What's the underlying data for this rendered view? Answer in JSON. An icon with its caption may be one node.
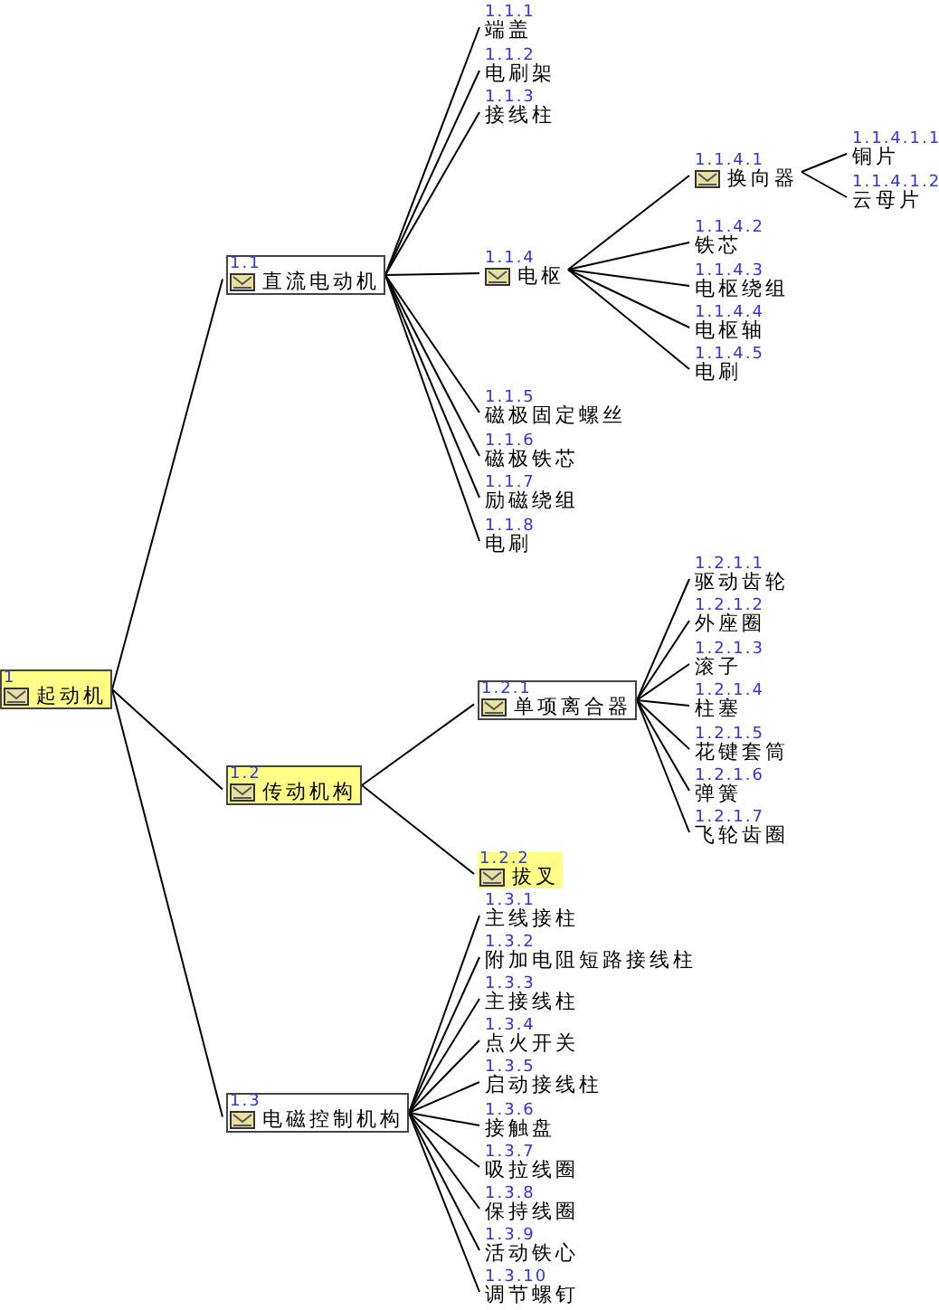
{
  "diagram": {
    "nodes": [
      {
        "text": [
          "1",
          "起动机"
        ]
      },
      {
        "text": [
          "1.1",
          "直流电动机"
        ]
      },
      {
        "text": [
          "1.1.1",
          "端盖"
        ]
      },
      {
        "text": [
          "1.1.2",
          "电刷架"
        ]
      },
      {
        "text": [
          "1.1.3",
          "接线柱"
        ]
      },
      {
        "text": [
          "1.1.4",
          "电枢"
        ]
      },
      {
        "text": [
          "1.1.4.1",
          "换向器"
        ]
      },
      {
        "text": [
          "1.1.4.1.1",
          "铜片"
        ]
      },
      {
        "text": [
          "1.1.4.1.2",
          "云母片"
        ]
      },
      {
        "text": [
          "1.1.4.2",
          "铁芯"
        ]
      },
      {
        "text": [
          "1.1.4.3",
          "电枢绕组"
        ]
      },
      {
        "text": [
          "1.1.4.4",
          "电枢轴"
        ]
      },
      {
        "text": [
          "1.1.4.5",
          "电刷"
        ]
      },
      {
        "text": [
          "1.1.5",
          "磁极固定螺丝"
        ]
      },
      {
        "text": [
          "1.1.6",
          "磁极铁芯"
        ]
      },
      {
        "text": [
          "1.1.7",
          "励磁绕组"
        ]
      },
      {
        "text": [
          "1.1.8",
          "电刷"
        ]
      },
      {
        "text": [
          "1.2",
          "传动机构"
        ]
      },
      {
        "text": [
          "1.2.1",
          "单项离合器"
        ]
      },
      {
        "text": [
          "1.2.1.1",
          "驱动齿轮"
        ]
      },
      {
        "text": [
          "1.2.1.2",
          "外座圈"
        ]
      },
      {
        "text": [
          "1.2.1.3",
          "滚子"
        ]
      },
      {
        "text": [
          "1.2.1.4",
          "柱塞"
        ]
      },
      {
        "text": [
          "1.2.1.5",
          "花键套筒"
        ]
      },
      {
        "text": [
          "1.2.1.6",
          "弹簧"
        ]
      },
      {
        "text": [
          "1.2.1.7",
          "飞轮齿圈"
        ]
      },
      {
        "text": [
          "1.2.2",
          "拔叉"
        ]
      },
      {
        "text": [
          "1.3",
          "电磁控制机构"
        ]
      },
      {
        "text": [
          "1.3.1",
          "主线接柱"
        ]
      },
      {
        "text": [
          "1.3.2",
          "附加电阻短路接线柱"
        ]
      },
      {
        "text": [
          "1.3.3",
          "主接线柱"
        ]
      },
      {
        "text": [
          "1.3.4",
          "点火开关"
        ]
      },
      {
        "text": [
          "1.3.5",
          "启动接线柱"
        ]
      },
      {
        "text": [
          "1.3.6",
          "接触盘"
        ]
      },
      {
        "text": [
          "1.3.7",
          "吸拉线圈"
        ]
      },
      {
        "text": [
          "1.3.8",
          "保持线圈"
        ]
      },
      {
        "text": [
          "1.3.9",
          "活动铁心"
        ]
      },
      {
        "text": [
          "1.3.10",
          "调节螺钉"
        ]
      }
    ],
    "edges": [
      {
        "from": 0,
        "to": 1,
        "arrow": "none"
      },
      {
        "from": 1,
        "to": 2,
        "arrow": "none"
      },
      {
        "from": 1,
        "to": 3,
        "arrow": "none"
      },
      {
        "from": 1,
        "to": 4,
        "arrow": "none"
      },
      {
        "from": 1,
        "to": 5,
        "arrow": "none"
      },
      {
        "from": 5,
        "to": 6,
        "arrow": "none"
      },
      {
        "from": 6,
        "to": 7,
        "arrow": "none"
      },
      {
        "from": 6,
        "to": 8,
        "arrow": "none"
      },
      {
        "from": 5,
        "to": 9,
        "arrow": "none"
      },
      {
        "from": 5,
        "to": 10,
        "arrow": "none"
      },
      {
        "from": 5,
        "to": 11,
        "arrow": "none"
      },
      {
        "from": 5,
        "to": 12,
        "arrow": "none"
      },
      {
        "from": 1,
        "to": 13,
        "arrow": "none"
      },
      {
        "from": 1,
        "to": 14,
        "arrow": "none"
      },
      {
        "from": 1,
        "to": 15,
        "arrow": "none"
      },
      {
        "from": 1,
        "to": 16,
        "arrow": "none"
      },
      {
        "from": 0,
        "to": 17,
        "arrow": "none"
      },
      {
        "from": 17,
        "to": 18,
        "arrow": "none"
      },
      {
        "from": 18,
        "to": 19,
        "arrow": "none"
      },
      {
        "from": 18,
        "to": 20,
        "arrow": "none"
      },
      {
        "from": 18,
        "to": 21,
        "arrow": "none"
      },
      {
        "from": 18,
        "to": 22,
        "arrow": "none"
      },
      {
        "from": 18,
        "to": 23,
        "arrow": "none"
      },
      {
        "from": 18,
        "to": 24,
        "arrow": "none"
      },
      {
        "from": 18,
        "to": 25,
        "arrow": "none"
      },
      {
        "from": 17,
        "to": 26,
        "arrow": "none"
      },
      {
        "from": 0,
        "to": 27,
        "arrow": "none"
      },
      {
        "from": 27,
        "to": 28,
        "arrow": "none"
      },
      {
        "from": 27,
        "to": 29,
        "arrow": "none"
      },
      {
        "from": 27,
        "to": 30,
        "arrow": "none"
      },
      {
        "from": 27,
        "to": 31,
        "arrow": "none"
      },
      {
        "from": 27,
        "to": 32,
        "arrow": "none"
      },
      {
        "from": 27,
        "to": 33,
        "arrow": "none"
      },
      {
        "from": 27,
        "to": 34,
        "arrow": "none"
      },
      {
        "from": 27,
        "to": 35,
        "arrow": "none"
      },
      {
        "from": 27,
        "to": 36,
        "arrow": "none"
      },
      {
        "from": 27,
        "to": 37,
        "arrow": "none"
      }
    ]
  }
}
